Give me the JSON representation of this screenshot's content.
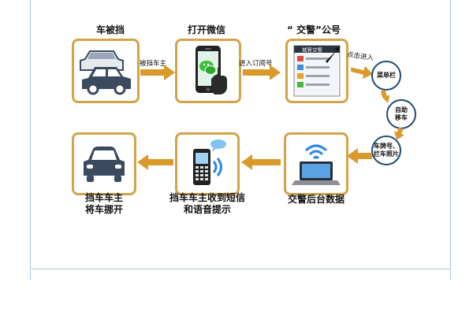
{
  "colors": {
    "box_border": "#d2a44a",
    "arrow": "#d99a2b",
    "circle_border": "#1f4a74",
    "car_dark": "#3b4a5e",
    "wechat_green": "#3fbd3a"
  },
  "steps": {
    "car_blocked": {
      "label": "车被挡",
      "icon": "blocked-cars-icon"
    },
    "open_wechat": {
      "label": "打开微信",
      "icon": "smartphone-wechat-icon"
    },
    "traffic_account": {
      "label": "“ 交警”公号",
      "icon": "wechat-account-screen-icon",
      "screen_header": "城管交警"
    },
    "backend": {
      "label": "交警后台数据",
      "icon": "laptop-wifi-icon"
    },
    "sms_notice": {
      "label": "挡车车主收到短信\n和语音提示",
      "icon": "phone-sms-icon"
    },
    "owner_moves": {
      "label": "挡车车主\n将车挪开",
      "icon": "car-icon"
    }
  },
  "arrows": {
    "a1": "被挡车主",
    "a2": "进入订阅号",
    "a3": "点击进入"
  },
  "circles": {
    "menu": "菜单栏",
    "move": "自助\n移车",
    "photo": "车牌号、\n拦车照片"
  }
}
